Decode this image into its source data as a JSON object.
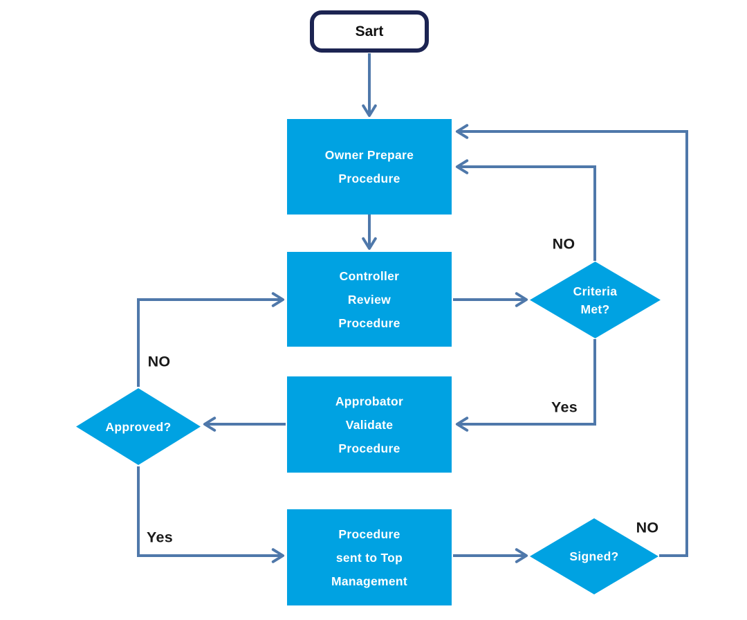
{
  "flowchart": {
    "nodes": {
      "start": {
        "label": "Sart",
        "type": "terminator"
      },
      "owner": {
        "type": "process",
        "lines": [
          "Owner Prepare",
          "Procedure"
        ]
      },
      "controller": {
        "type": "process",
        "lines": [
          "Controller",
          "Review",
          "Procedure"
        ]
      },
      "approbator": {
        "type": "process",
        "lines": [
          "Approbator",
          "Validate",
          "Procedure"
        ]
      },
      "top_management": {
        "type": "process",
        "lines": [
          "Procedure",
          "sent to Top",
          "Management"
        ]
      },
      "criteria_met": {
        "type": "decision",
        "lines": [
          "Criteria",
          "Met?"
        ]
      },
      "approved": {
        "type": "decision",
        "label": "Approved?"
      },
      "signed": {
        "type": "decision",
        "label": "Signed?"
      }
    },
    "edge_labels": {
      "criteria_no": "NO",
      "criteria_yes": "Yes",
      "approved_no": "NO",
      "approved_yes": "Yes",
      "signed_no": "NO"
    },
    "colors": {
      "node_fill": "#00a2e2",
      "node_text": "#ffffff",
      "connector": "#4f78aa",
      "terminator_border": "#1c2452",
      "edge_label_text": "#1a1a1a",
      "background": "#ffffff"
    }
  }
}
